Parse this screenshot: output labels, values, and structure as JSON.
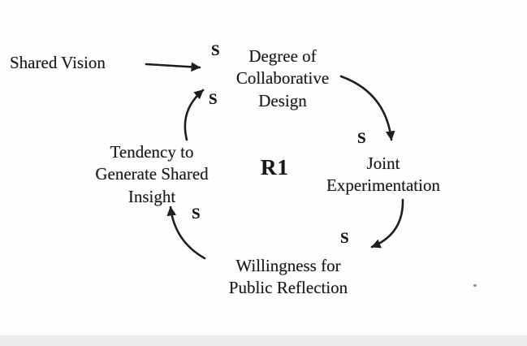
{
  "diagram": {
    "loop": {
      "label": "R1"
    },
    "nodes": [
      {
        "id": "shared-vision",
        "text": "Shared Vision"
      },
      {
        "id": "degree-of-collaborative-design",
        "text": "Degree of\nCollaborative\nDesign"
      },
      {
        "id": "joint-experimentation",
        "text": "Joint\nExperimentation"
      },
      {
        "id": "willingness-for-public-reflection",
        "text": "Willingness for\nPublic Reflection"
      },
      {
        "id": "tendency-to-generate-shared-insight",
        "text": "Tendency to\nGenerate Shared\nInsight"
      }
    ],
    "links": [
      {
        "id": "shared-vision-to-degree",
        "polarity": "S"
      },
      {
        "id": "insight-to-degree",
        "polarity": "S"
      },
      {
        "id": "degree-to-joint",
        "polarity": "S"
      },
      {
        "id": "joint-to-willingness",
        "polarity": "S"
      },
      {
        "id": "willingness-to-insight",
        "polarity": "S"
      }
    ],
    "ink_color": "#1c1c1c",
    "background_color": "#fefefe"
  }
}
